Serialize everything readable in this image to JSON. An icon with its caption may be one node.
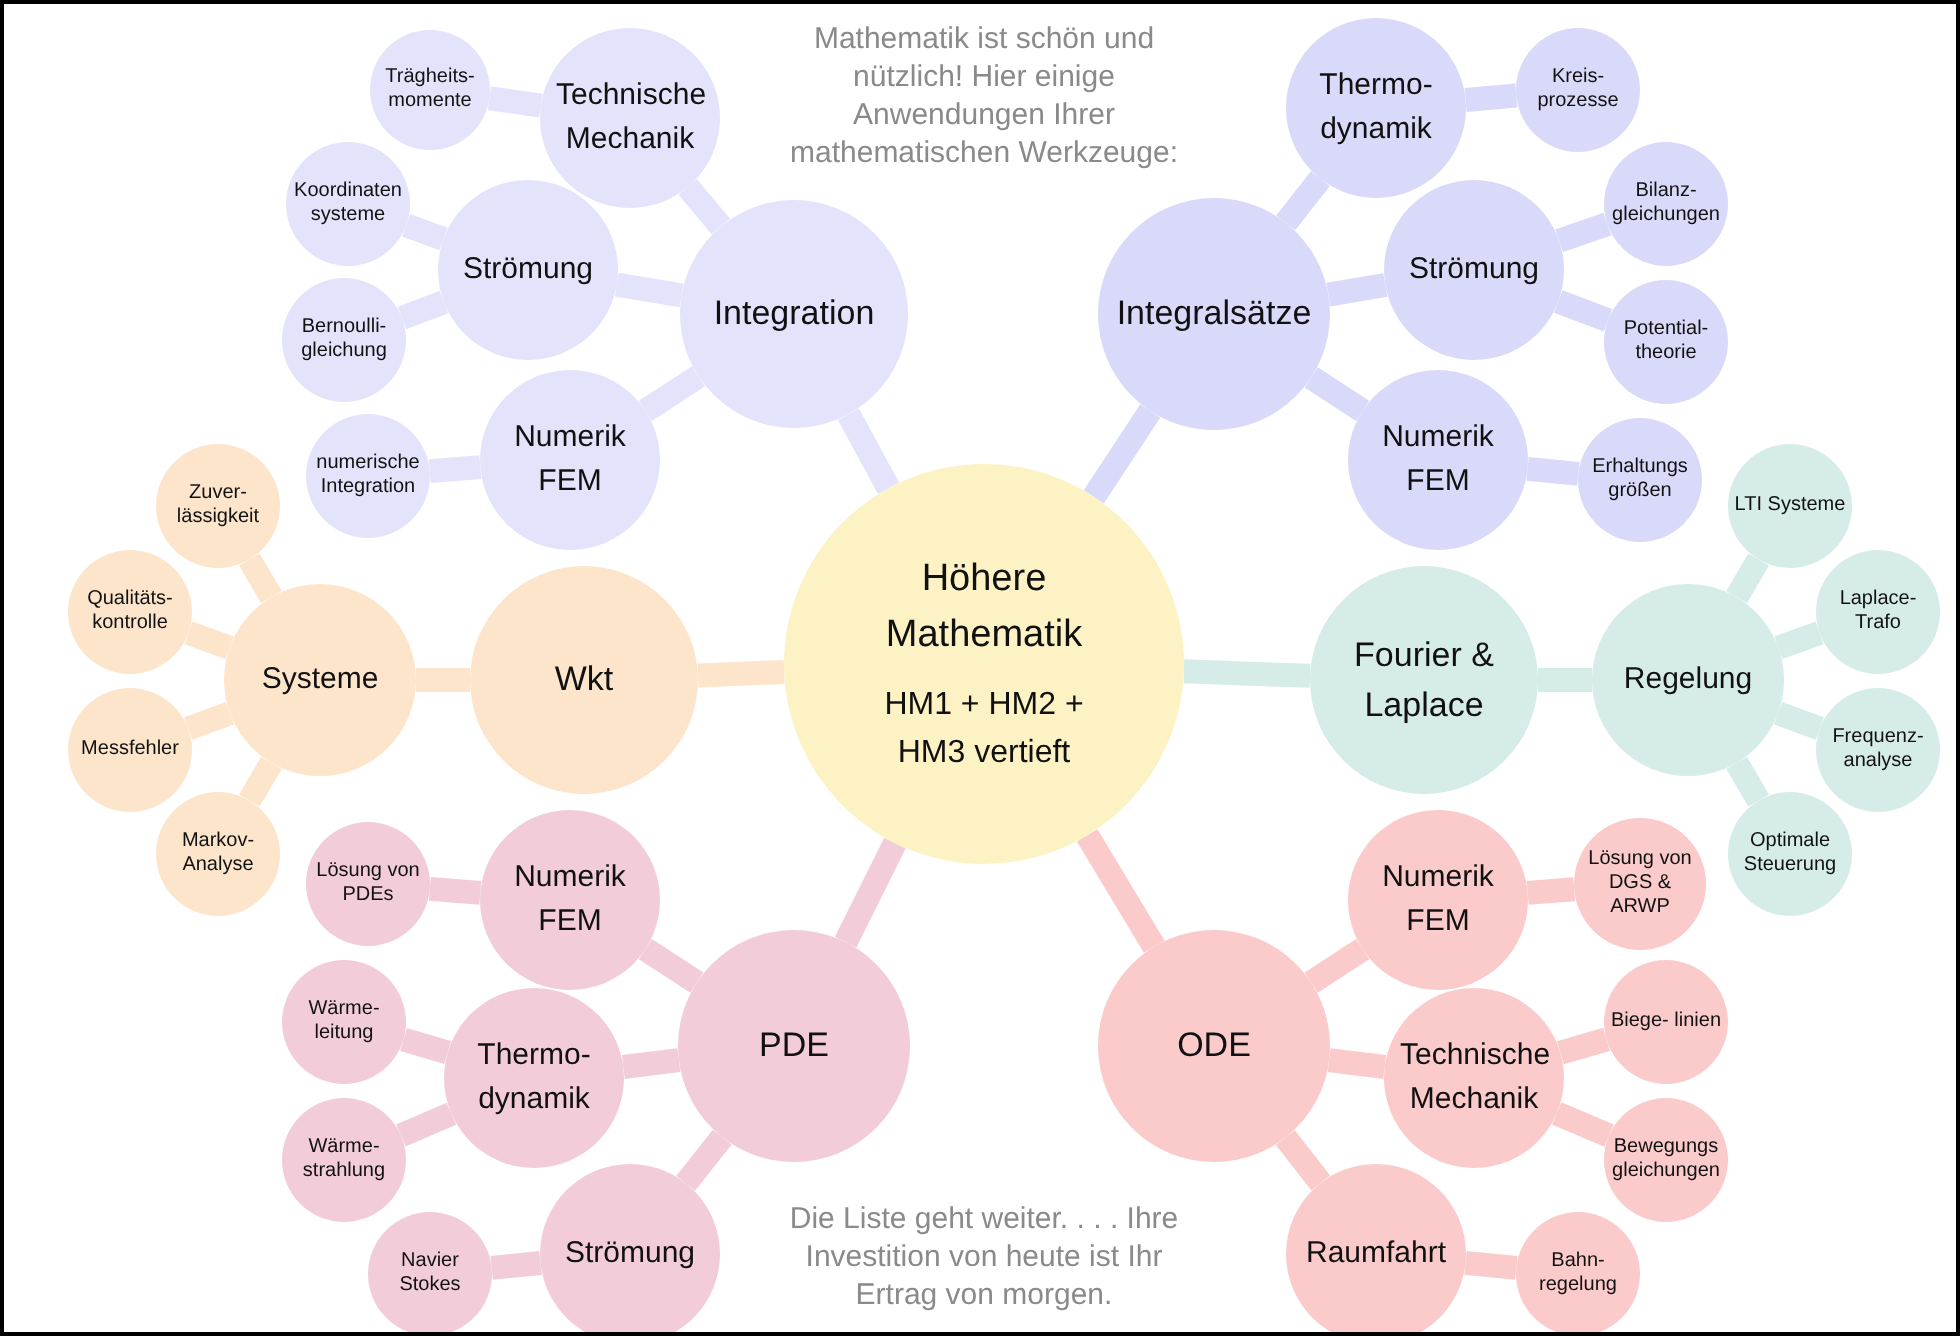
{
  "diagram": {
    "nodes": [
      {
        "text": [
          "Höhere Mathematik",
          "HM1 + HM2 + HM3 vertieft"
        ]
      },
      {
        "text": [
          "Integration"
        ]
      },
      {
        "text": [
          "Technische Mechanik"
        ]
      },
      {
        "text": [
          "Trägheits- momente"
        ]
      },
      {
        "text": [
          "Strömung"
        ]
      },
      {
        "text": [
          "Koordinaten systeme"
        ]
      },
      {
        "text": [
          "Bernoulli- gleichung"
        ]
      },
      {
        "text": [
          "Numerik FEM"
        ]
      },
      {
        "text": [
          "numerische Integration"
        ]
      },
      {
        "text": [
          "Integralsätze"
        ]
      },
      {
        "text": [
          "Thermo- dynamik"
        ]
      },
      {
        "text": [
          "Kreis- prozesse"
        ]
      },
      {
        "text": [
          "Strömung"
        ]
      },
      {
        "text": [
          "Bilanz- gleichungen"
        ]
      },
      {
        "text": [
          "Potential- theorie"
        ]
      },
      {
        "text": [
          "Numerik FEM"
        ]
      },
      {
        "text": [
          "Erhaltungs größen"
        ]
      },
      {
        "text": [
          "Wkt"
        ]
      },
      {
        "text": [
          "Systeme"
        ]
      },
      {
        "text": [
          "Zuver- lässigkeit"
        ]
      },
      {
        "text": [
          "Qualitäts- kontrolle"
        ]
      },
      {
        "text": [
          "Messfehler"
        ]
      },
      {
        "text": [
          "Markov- Analyse"
        ]
      },
      {
        "text": [
          "Fourier & Laplace"
        ]
      },
      {
        "text": [
          "Regelung"
        ]
      },
      {
        "text": [
          "LTI Systeme"
        ]
      },
      {
        "text": [
          "Laplace- Trafo"
        ]
      },
      {
        "text": [
          "Frequenz- analyse"
        ]
      },
      {
        "text": [
          "Optimale Steuerung"
        ]
      },
      {
        "text": [
          "PDE"
        ]
      },
      {
        "text": [
          "Numerik FEM"
        ]
      },
      {
        "text": [
          "Lösung von PDEs"
        ]
      },
      {
        "text": [
          "Thermo- dynamik"
        ]
      },
      {
        "text": [
          "Wärme- leitung"
        ]
      },
      {
        "text": [
          "Wärme- strahlung"
        ]
      },
      {
        "text": [
          "Strömung"
        ]
      },
      {
        "text": [
          "Navier Stokes"
        ]
      },
      {
        "text": [
          "ODE"
        ]
      },
      {
        "text": [
          "Numerik FEM"
        ]
      },
      {
        "text": [
          "Lösung von DGS & ARWP"
        ]
      },
      {
        "text": [
          "Technische Mechanik"
        ]
      },
      {
        "text": [
          "Biege- linien"
        ]
      },
      {
        "text": [
          "Bewegungs gleichungen"
        ]
      },
      {
        "text": [
          "Raumfahrt"
        ]
      },
      {
        "text": [
          "Bahn- regelung"
        ]
      }
    ],
    "edges": [
      {
        "from": 0,
        "to": 1,
        "arrow": "none"
      },
      {
        "from": 1,
        "to": 2,
        "arrow": "none"
      },
      {
        "from": 2,
        "to": 3,
        "arrow": "none"
      },
      {
        "from": 1,
        "to": 4,
        "arrow": "none"
      },
      {
        "from": 4,
        "to": 5,
        "arrow": "none"
      },
      {
        "from": 4,
        "to": 6,
        "arrow": "none"
      },
      {
        "from": 1,
        "to": 7,
        "arrow": "none"
      },
      {
        "from": 7,
        "to": 8,
        "arrow": "none"
      },
      {
        "from": 0,
        "to": 9,
        "arrow": "none"
      },
      {
        "from": 9,
        "to": 10,
        "arrow": "none"
      },
      {
        "from": 10,
        "to": 11,
        "arrow": "none"
      },
      {
        "from": 9,
        "to": 12,
        "arrow": "none"
      },
      {
        "from": 12,
        "to": 13,
        "arrow": "none"
      },
      {
        "from": 12,
        "to": 14,
        "arrow": "none"
      },
      {
        "from": 9,
        "to": 15,
        "arrow": "none"
      },
      {
        "from": 15,
        "to": 16,
        "arrow": "none"
      },
      {
        "from": 0,
        "to": 17,
        "arrow": "none"
      },
      {
        "from": 17,
        "to": 18,
        "arrow": "none"
      },
      {
        "from": 18,
        "to": 19,
        "arrow": "none"
      },
      {
        "from": 18,
        "to": 20,
        "arrow": "none"
      },
      {
        "from": 18,
        "to": 21,
        "arrow": "none"
      },
      {
        "from": 18,
        "to": 22,
        "arrow": "none"
      },
      {
        "from": 0,
        "to": 23,
        "arrow": "none"
      },
      {
        "from": 23,
        "to": 24,
        "arrow": "none"
      },
      {
        "from": 24,
        "to": 25,
        "arrow": "none"
      },
      {
        "from": 24,
        "to": 26,
        "arrow": "none"
      },
      {
        "from": 24,
        "to": 27,
        "arrow": "none"
      },
      {
        "from": 24,
        "to": 28,
        "arrow": "none"
      },
      {
        "from": 0,
        "to": 29,
        "arrow": "none"
      },
      {
        "from": 29,
        "to": 30,
        "arrow": "none"
      },
      {
        "from": 30,
        "to": 31,
        "arrow": "none"
      },
      {
        "from": 29,
        "to": 32,
        "arrow": "none"
      },
      {
        "from": 32,
        "to": 33,
        "arrow": "none"
      },
      {
        "from": 32,
        "to": 34,
        "arrow": "none"
      },
      {
        "from": 29,
        "to": 35,
        "arrow": "none"
      },
      {
        "from": 35,
        "to": 36,
        "arrow": "none"
      },
      {
        "from": 0,
        "to": 37,
        "arrow": "none"
      },
      {
        "from": 37,
        "to": 38,
        "arrow": "none"
      },
      {
        "from": 38,
        "to": 39,
        "arrow": "none"
      },
      {
        "from": 37,
        "to": 40,
        "arrow": "none"
      },
      {
        "from": 40,
        "to": 41,
        "arrow": "none"
      },
      {
        "from": 40,
        "to": 42,
        "arrow": "none"
      },
      {
        "from": 37,
        "to": 43,
        "arrow": "none"
      },
      {
        "from": 43,
        "to": 44,
        "arrow": "none"
      }
    ],
    "labels": [
      "Mathematik ist schön und nützlich! Hier einige Anwendungen Ihrer mathematischen Werkzeuge:",
      "Die Liste geht weiter. . . . Ihre Investition von heute ist Ihr Ertrag von morgen."
    ]
  }
}
